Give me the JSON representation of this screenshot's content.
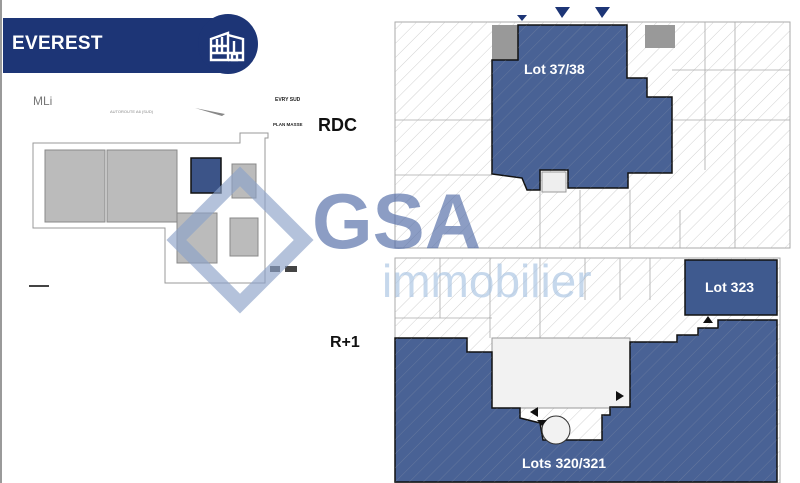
{
  "header": {
    "title": "EVEREST",
    "icon": "building-icon",
    "color": "#1d3576"
  },
  "site_plan": {
    "logo": "MLi",
    "road_label": "AUTOROUTE A6 (SUD)",
    "site_name": "EVRY SUD",
    "plan_title": "PLAN MASSE",
    "highlight_color": "#3c5488"
  },
  "levels": {
    "ground": "RDC",
    "first": "R+1"
  },
  "plans": {
    "rdc_lot": "Lot 37/38",
    "r1_lot_a": "Lot 323",
    "r1_lot_b": "Lots 320/321",
    "lot_color": "#3f5a8f"
  },
  "watermark": {
    "brand": "GSA",
    "tagline": "immobilier"
  }
}
